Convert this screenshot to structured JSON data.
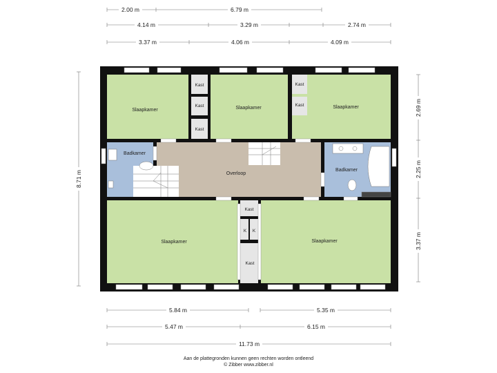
{
  "dimensions": {
    "top_row1": [
      "2.00 m",
      "6.79 m"
    ],
    "top_row2": [
      "4.14 m",
      "3.29 m",
      "2.74 m"
    ],
    "top_row3": [
      "3.37 m",
      "4.06 m",
      "4.09 m"
    ],
    "left": "8.71 m",
    "right": [
      "2.69 m",
      "2.25 m",
      "3.37 m"
    ],
    "bottom_row1": [
      "5.84 m",
      "5.35 m"
    ],
    "bottom_row2": [
      "5.47 m",
      "6.15 m"
    ],
    "bottom_total": "11.73 m"
  },
  "rooms": {
    "slaapkamer_tl": "Slaapkamer",
    "slaapkamer_tm": "Slaapkamer",
    "slaapkamer_tr": "Slaapkamer",
    "badkamer_left": "Badkamer",
    "overloop": "Overloop",
    "badkamer_right": "Badkamer",
    "slaapkamer_bl": "Slaapkamer",
    "slaapkamer_br": "Slaapkamer"
  },
  "closets": {
    "kast1": "Kast",
    "kast2": "Kast",
    "kast3": "Kast",
    "kast4": "Kast",
    "kast5": "Kast",
    "kast6": "Kast",
    "kast7": "Kast",
    "k1": "K",
    "k2": "K"
  },
  "footer": {
    "line1": "Aan de plattegronden kunnen geen rechten worden ontleend",
    "line2": "© Zibber www.zibber.nl"
  },
  "colors": {
    "bedroom": "#c9e1a6",
    "bathroom": "#a9bfdb",
    "landing": "#c9bdad",
    "wall": "#111111"
  }
}
